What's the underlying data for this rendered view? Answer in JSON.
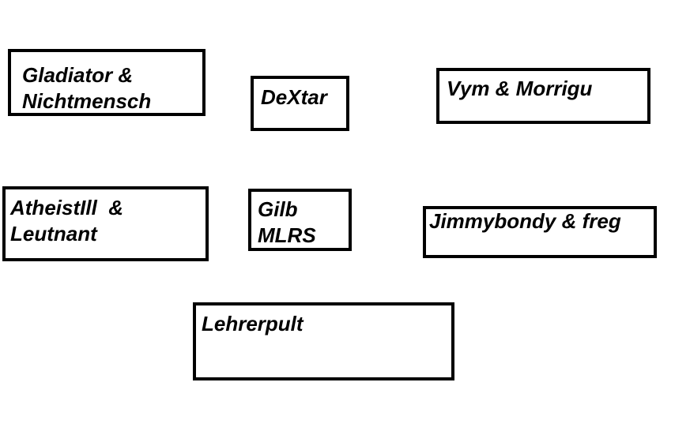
{
  "diagram": {
    "boxes": [
      {
        "label": "Gladiator &\nNichtmensch"
      },
      {
        "label": "DeXtar"
      },
      {
        "label": "Vym & Morrigu"
      },
      {
        "label": "AtheistIll  &\nLeutnant"
      },
      {
        "label": "Gilb\nMLRS"
      },
      {
        "label": "Jimmybondy & freg"
      },
      {
        "label": "Lehrerpult"
      }
    ]
  }
}
